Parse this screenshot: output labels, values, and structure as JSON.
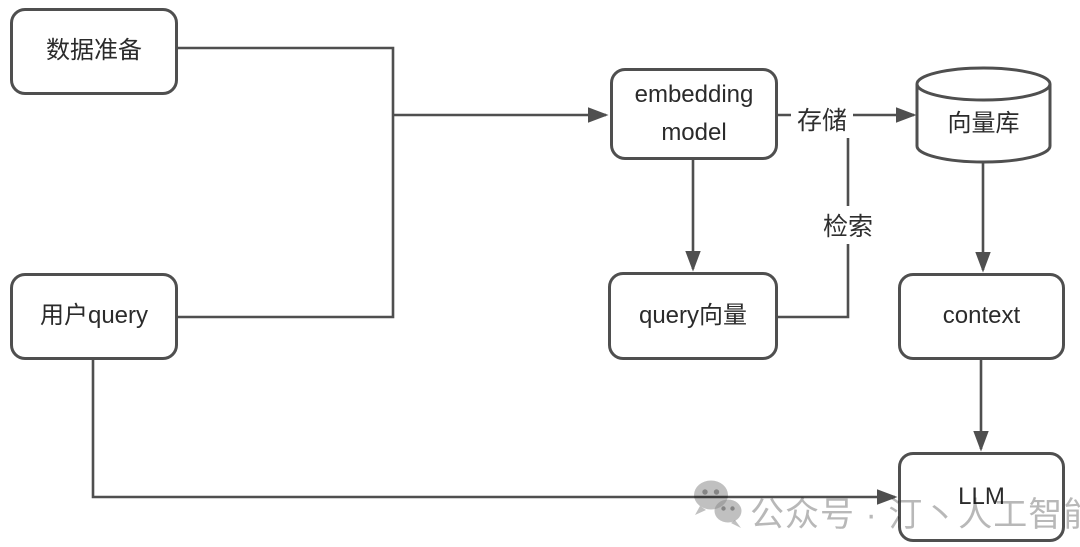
{
  "diagram": {
    "type": "flowchart",
    "nodes": {
      "data_prep": {
        "label": "数据准备",
        "shape": "rounded-rect"
      },
      "user_query": {
        "label": "用户query",
        "shape": "rounded-rect"
      },
      "embedding_model": {
        "label_line1": "embedding",
        "label_line2": "model",
        "shape": "rounded-rect"
      },
      "vector_store": {
        "label": "向量库",
        "shape": "cylinder"
      },
      "query_vector": {
        "label": "query向量",
        "shape": "rounded-rect"
      },
      "context": {
        "label": "context",
        "shape": "rounded-rect"
      },
      "llm": {
        "label": "LLM",
        "shape": "rounded-rect"
      }
    },
    "edge_labels": {
      "store": "存储",
      "retrieve": "检索"
    },
    "edges": [
      {
        "from": "数据准备",
        "to": "embedding model",
        "label": ""
      },
      {
        "from": "用户query",
        "to": "embedding model",
        "label": ""
      },
      {
        "from": "embedding model",
        "to": "向量库",
        "label": "存储"
      },
      {
        "from": "embedding model",
        "to": "query向量",
        "label": ""
      },
      {
        "from": "query向量",
        "to": "向量库",
        "label": "检索"
      },
      {
        "from": "向量库",
        "to": "context",
        "label": ""
      },
      {
        "from": "context",
        "to": "LLM",
        "label": ""
      },
      {
        "from": "用户query",
        "to": "LLM",
        "label": ""
      }
    ],
    "colors": {
      "line": "#4f4f4f",
      "box_border": "#4f4f4f",
      "box_fill": "#ffffff",
      "text": "#2b2b2b",
      "background": "#ffffff",
      "watermark": "#bdbdbd"
    }
  },
  "watermark": {
    "text": "公众号 · 汀丶人工智能",
    "icon": "wechat-icon"
  }
}
